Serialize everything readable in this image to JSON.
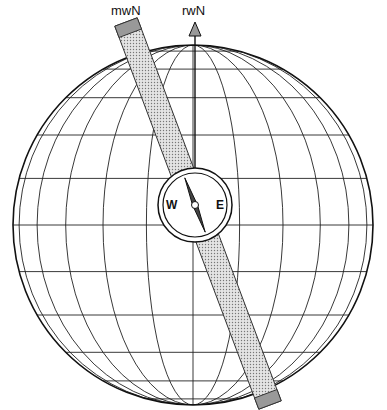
{
  "diagram": {
    "nodes": [
      {
        "text": [
          "W",
          "E"
        ]
      }
    ],
    "labels": [
      "mwN",
      "rwN"
    ]
  }
}
